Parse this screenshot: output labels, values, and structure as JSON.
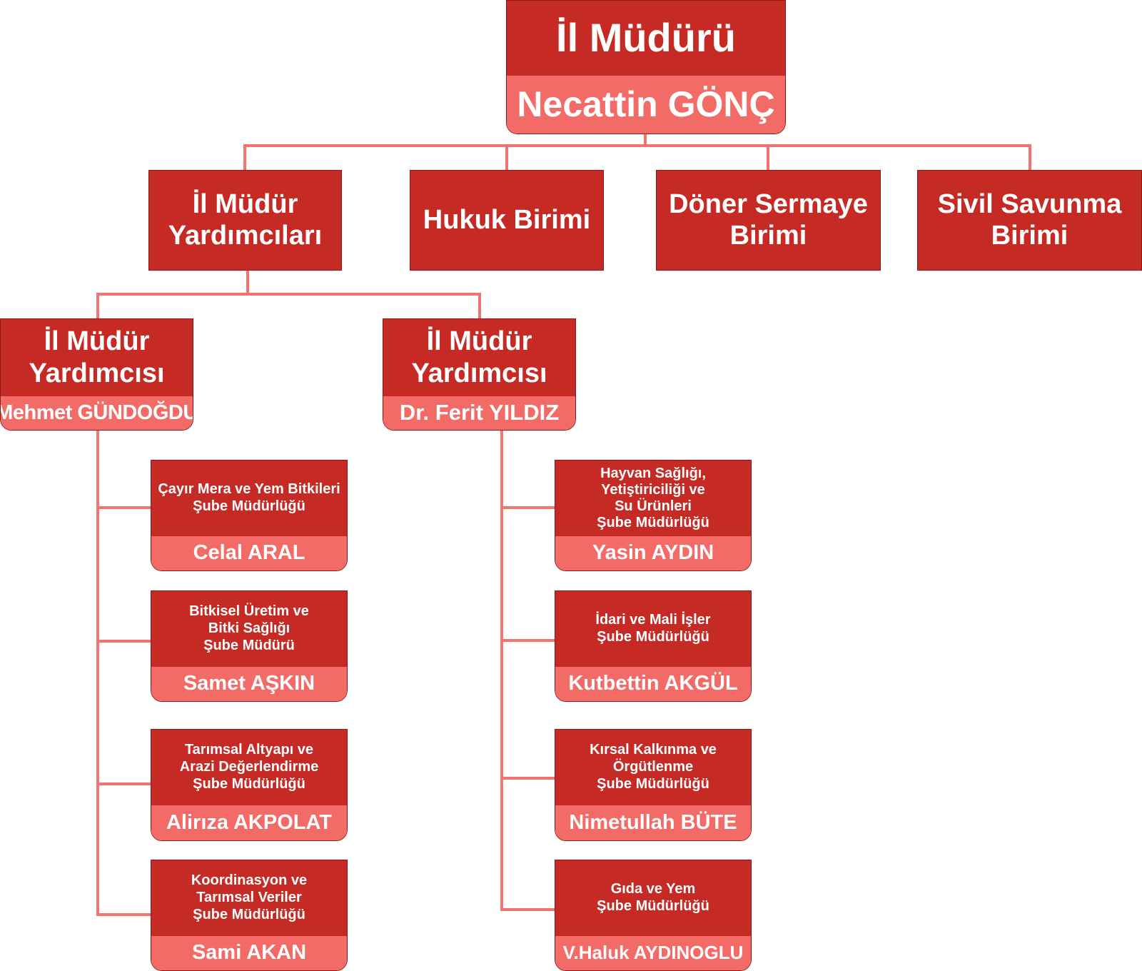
{
  "colors": {
    "dark_red": "#c62a24",
    "light_red": "#f26b66",
    "line": "#f2736f"
  },
  "director": {
    "title": "İl Müdürü",
    "name": "Necattin GÖNÇ"
  },
  "units": {
    "deputies": "İl Müdür\nYardımcıları",
    "legal": "Hukuk Birimi",
    "revolving_fund": "Döner Sermaye\nBirimi",
    "civil_defense": "Sivil Savunma\nBirimi"
  },
  "deputy_left": {
    "title": "İl Müdür\nYardımcısı",
    "name": "Mehmet GÜNDOĞDU"
  },
  "deputy_right": {
    "title": "İl Müdür\nYardımcısı",
    "name": "Dr. Ferit YILDIZ"
  },
  "left_branches": [
    {
      "title": "Çayır Mera ve Yem Bitkileri\nŞube Müdürlüğü",
      "name": "Celal ARAL"
    },
    {
      "title": "Bitkisel Üretim ve\nBitki Sağlığı\nŞube Müdürü",
      "name": "Samet AŞKIN"
    },
    {
      "title": "Tarımsal Altyapı ve\nArazi Değerlendirme\nŞube Müdürlüğü",
      "name": "Alirıza AKPOLAT"
    },
    {
      "title": "Koordinasyon ve\nTarımsal Veriler\nŞube Müdürlüğü",
      "name": "Sami AKAN"
    }
  ],
  "right_branches": [
    {
      "title": "Hayvan Sağlığı,\nYetiştiriciliği ve\nSu Ürünleri\nŞube Müdürlüğü",
      "name": "Yasin AYDIN"
    },
    {
      "title": "İdari ve Mali İşler\nŞube Müdürlüğü",
      "name": "Kutbettin AKGÜL"
    },
    {
      "title": "Kırsal Kalkınma ve\nÖrgütlenme\nŞube Müdürlüğü",
      "name": "Nimetullah BÜTE"
    },
    {
      "title": "Gıda ve Yem\nŞube Müdürlüğü",
      "name": "V.Haluk AYDINOGLU"
    }
  ]
}
